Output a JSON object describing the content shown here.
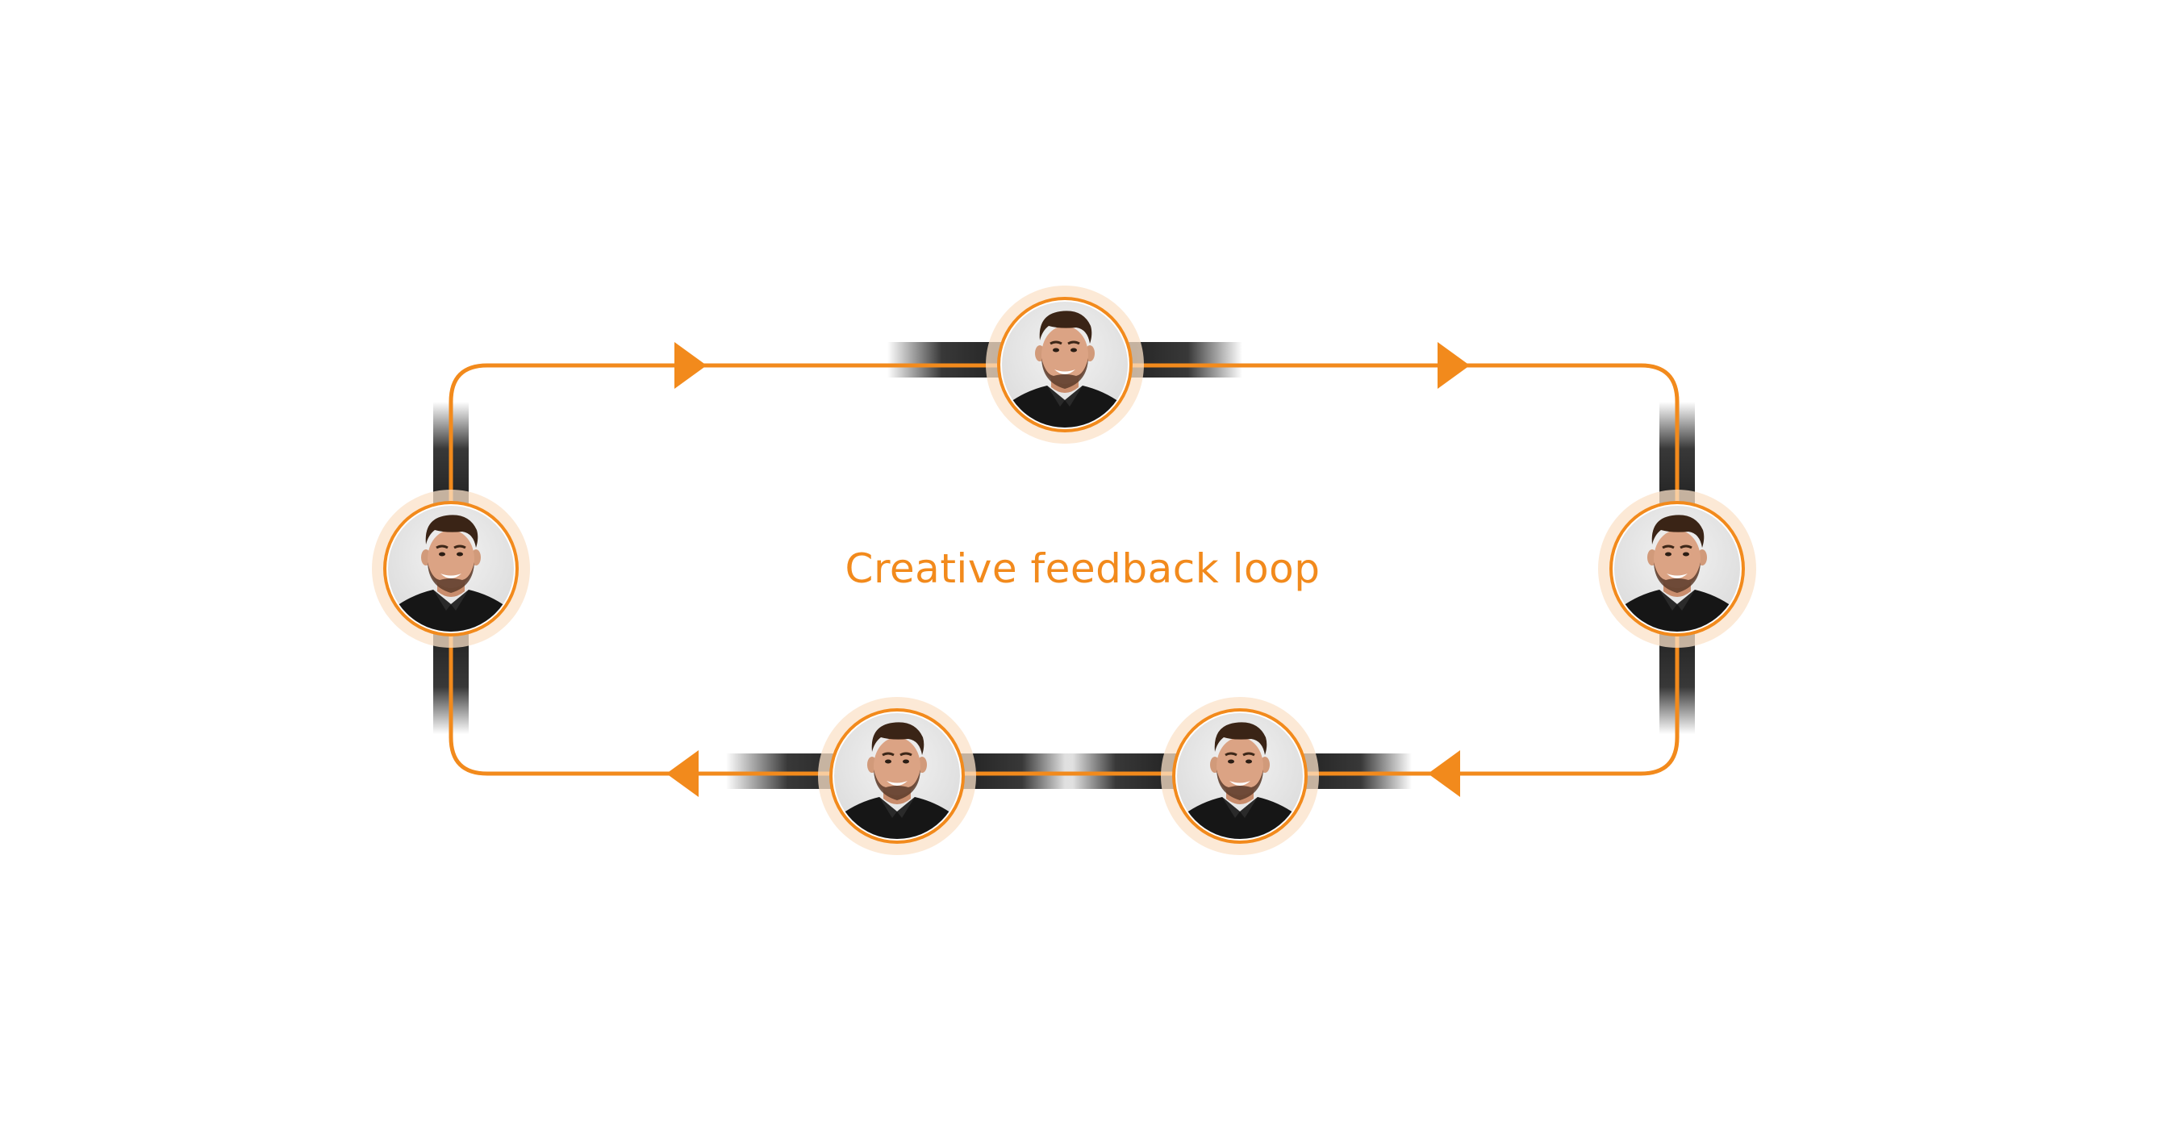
{
  "diagram": {
    "title": "Creative feedback loop",
    "accent_color": "#f28a1c",
    "accent_glow_color": "#fbe2c8",
    "bar_color": "#222222",
    "nodes": [
      {
        "name": "node-top",
        "icon": "person-avatar"
      },
      {
        "name": "node-right",
        "icon": "person-avatar"
      },
      {
        "name": "node-bottom-right",
        "icon": "person-avatar"
      },
      {
        "name": "node-bottom-left",
        "icon": "person-avatar"
      },
      {
        "name": "node-left",
        "icon": "person-avatar"
      }
    ],
    "flow_direction": "clockwise"
  }
}
